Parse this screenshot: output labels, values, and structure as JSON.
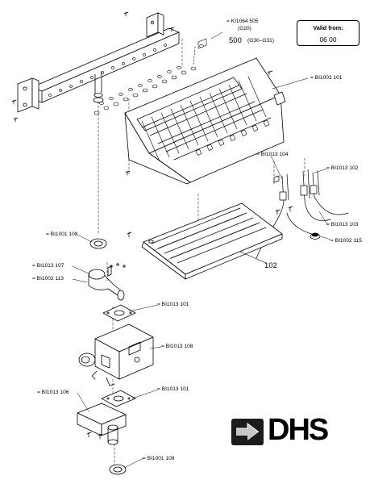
{
  "valid_box": {
    "title": "Valid from:",
    "value": "06 00"
  },
  "labels": {
    "ki1064": "= KI1064 505",
    "g20": "(G20)",
    "g30_main": "500",
    "g30_sub": "(G30–G31)",
    "bi1003": "= BI1003 101",
    "bi1013_104": "= BI1013 104",
    "bi1013_102": "= BI1013 102",
    "bi1013_103": "= BI1013 103",
    "bi1002_115": "= BI1002 115",
    "bi1001_108_top": "= BI1001 108",
    "part_102": "102",
    "bi1013_107": "= BI1013 107",
    "bi1002_113": "= BI1002 113",
    "bi1013_101_a": "= BI1013 101",
    "bi1013_108": "= BI1013 108",
    "bi1013_101_b": "= BI1013 101",
    "bi1013_106": "= BI1013 106",
    "bi1001_108_bottom": "= BI1001 108"
  },
  "logo": {
    "text": "DHS"
  }
}
